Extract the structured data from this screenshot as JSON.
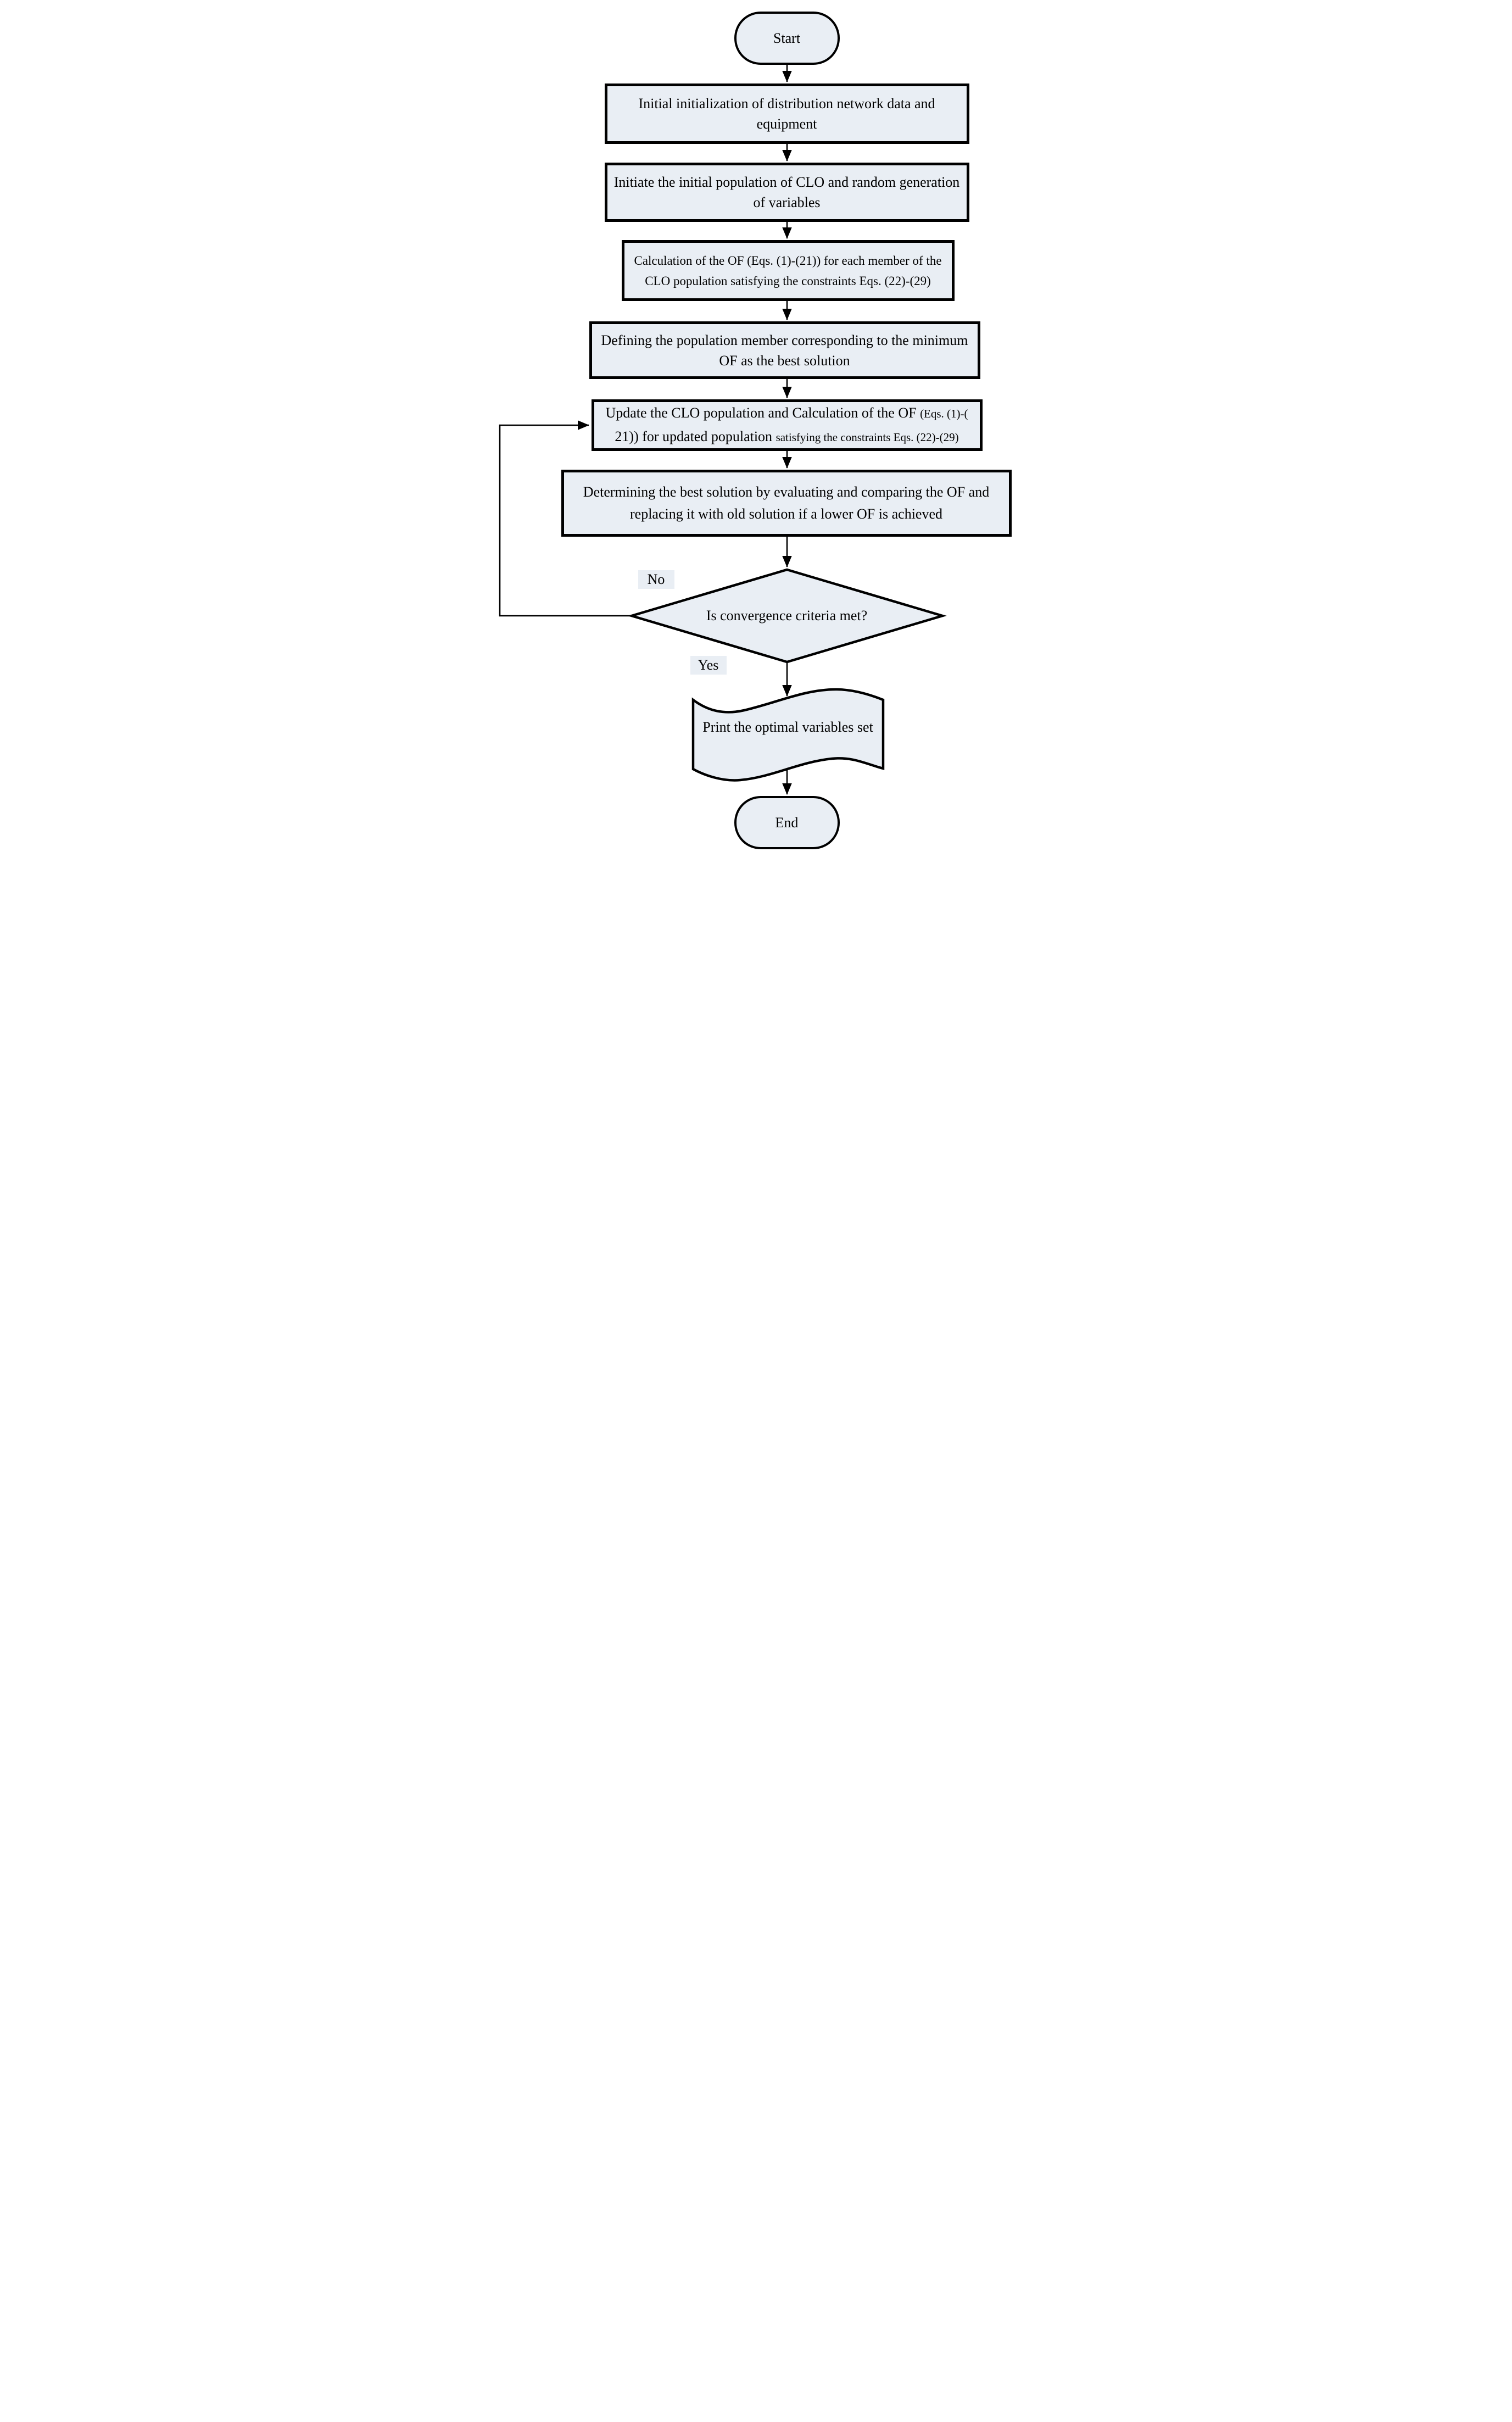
{
  "diagram": {
    "type": "flowchart",
    "colors": {
      "node_fill": "#e9eef4",
      "node_border": "#000000",
      "connector": "#000000",
      "text": "#000000",
      "background": "#ffffff"
    },
    "nodes": {
      "start": {
        "shape": "terminator",
        "label": "Start"
      },
      "init": {
        "shape": "process",
        "label": "Initial initialization of distribution network data and equipment"
      },
      "population": {
        "shape": "process",
        "label": "Initiate the initial population of CLO and random generation of variables"
      },
      "calc_of": {
        "shape": "process",
        "label": "Calculation of the OF (Eqs. (1)-(21)) for each member of the CLO population satisfying the constraints Eqs. (22)-(29)"
      },
      "define_best": {
        "shape": "process",
        "label": "Defining the population member corresponding to the minimum OF as the best solution"
      },
      "update": {
        "shape": "process",
        "line1_main": "Update the CLO population and Calculation of the OF ",
        "line1_note": "(Eqs. (1)-(",
        "line2_main": "21)) for updated population ",
        "line2_note": "satisfying the constraints Eqs. (22)-(29)"
      },
      "determine": {
        "shape": "process",
        "label": "Determining the best solution by evaluating and comparing the OF and replacing it with old solution if a lower OF is achieved"
      },
      "decision": {
        "shape": "decision",
        "label": "Is convergence criteria met?"
      },
      "print": {
        "shape": "document",
        "label": "Print the optimal variables set"
      },
      "end": {
        "shape": "terminator",
        "label": "End"
      }
    },
    "connections": [
      {
        "from": "start",
        "to": "init"
      },
      {
        "from": "init",
        "to": "population"
      },
      {
        "from": "population",
        "to": "calc_of"
      },
      {
        "from": "calc_of",
        "to": "define_best"
      },
      {
        "from": "define_best",
        "to": "update"
      },
      {
        "from": "update",
        "to": "determine"
      },
      {
        "from": "determine",
        "to": "decision"
      },
      {
        "from": "decision",
        "to": "print",
        "label": "Yes"
      },
      {
        "from": "decision",
        "to": "update",
        "label": "No"
      },
      {
        "from": "print",
        "to": "end"
      }
    ]
  }
}
